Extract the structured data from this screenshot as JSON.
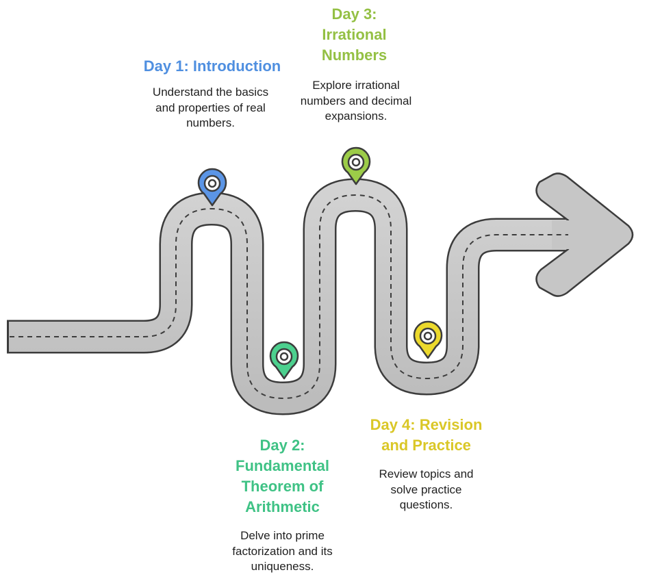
{
  "steps": [
    {
      "title": "Day 1: Introduction",
      "description": "Understand the basics and properties of real numbers.",
      "color": "#5b95e6",
      "marker_icon": "location-pin-icon"
    },
    {
      "title": "Day 2: Fundamental Theorem of Arithmetic",
      "description": "Delve into prime factorization and its uniqueness.",
      "color": "#4cd08e",
      "marker_icon": "location-pin-icon"
    },
    {
      "title": "Day 3: Irrational Numbers",
      "description": "Explore irrational numbers and decimal expansions.",
      "color": "#9ccc48",
      "marker_icon": "location-pin-icon"
    },
    {
      "title": "Day 4: Revision and Practice",
      "description": "Review topics and solve practice questions.",
      "color": "#ecd92c",
      "marker_icon": "location-pin-icon"
    }
  ],
  "road": {
    "fill_color": "#c8c8c8",
    "edge_color": "#3c3c3c",
    "dash_color": "#3c3c3c",
    "end_icon": "arrow-head-icon"
  }
}
